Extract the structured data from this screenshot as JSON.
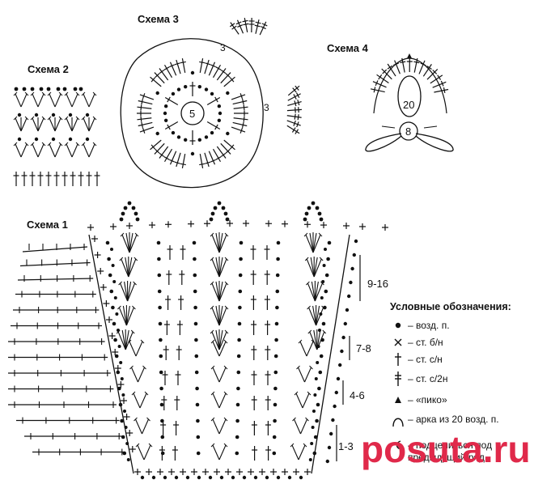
{
  "schemes": {
    "s1": "Схема 1",
    "s2": "Схема 2",
    "s3": "Схема 3",
    "s4": "Схема 4"
  },
  "scheme3_center": "5",
  "scheme3_marks": [
    "3",
    "3"
  ],
  "scheme4_numbers": [
    "20",
    "8"
  ],
  "row_labels": [
    "9-16",
    "7-8",
    "4-6",
    "1-3"
  ],
  "legend": {
    "title": "Условные обозначения:",
    "items": [
      {
        "icon": "dot-icon",
        "text": "– возд. п."
      },
      {
        "icon": "cross-icon",
        "text": "– ст. б/н"
      },
      {
        "icon": "dc-icon",
        "text": "– ст. с/н"
      },
      {
        "icon": "tr-icon",
        "text": "– ст. с/2н"
      },
      {
        "icon": "picot-icon",
        "text": "– «пико»"
      },
      {
        "icon": "arc-icon",
        "text": "– арка из 20 возд. п."
      },
      {
        "icon": "hook-icon",
        "text": "– подцепиться под предыдущий ряд"
      }
    ]
  },
  "watermark": "posuta.ru",
  "colors": {
    "ink": "#111111",
    "watermark": "#e0294a"
  }
}
